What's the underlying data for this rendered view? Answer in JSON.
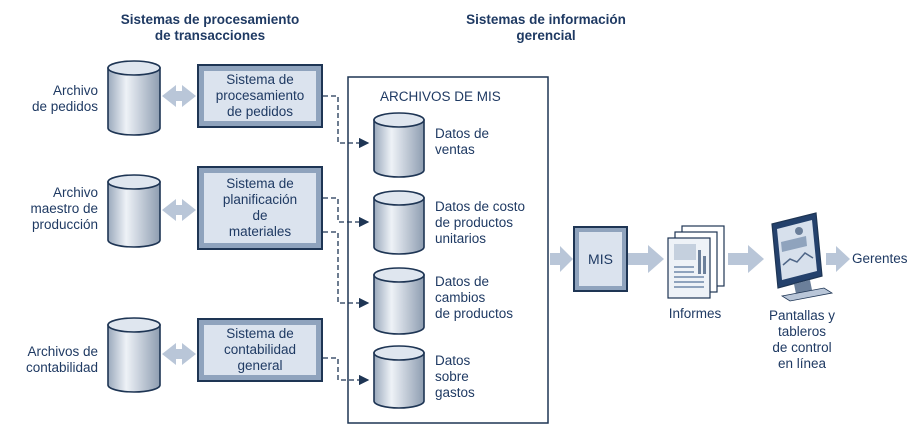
{
  "headers": {
    "tps": "Sistemas de procesamiento\nde transacciones",
    "mis": "Sistemas de información\ngerencial"
  },
  "files": [
    "Archivo\nde pedidos",
    "Archivo\nmaestro de\nproducción",
    "Archivos de\ncontabilidad"
  ],
  "systems": [
    "Sistema de\nprocesamiento\nde pedidos",
    "Sistema de\nplanificación\nde\nmateriales",
    "Sistema de\ncontabilidad\ngeneral"
  ],
  "mis_files": {
    "title": "ARCHIVOS DE MIS",
    "items": [
      "Datos de\nventas",
      "Datos de costo\nde productos\nunitarios",
      "Datos de\ncambios\nde productos",
      "Datos\nsobre\ngastos"
    ]
  },
  "mis_box": "MIS",
  "reports_label": "Informes",
  "screens_label": "Pantallas y\ntableros\nde control\nen línea",
  "output_label": "Gerentes"
}
